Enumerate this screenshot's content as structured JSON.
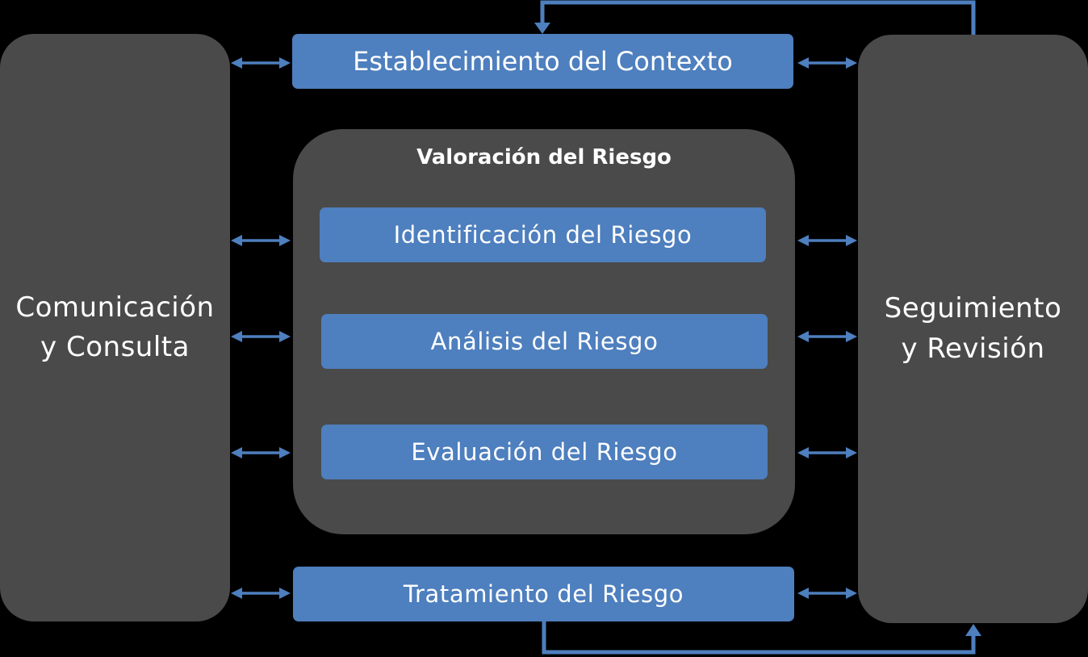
{
  "left_panel": {
    "line1": "Comunicación",
    "line2": "y Consulta"
  },
  "right_panel": {
    "line1": "Seguimiento",
    "line2": "y Revisión"
  },
  "context_box": {
    "label": "Establecimiento del Contexto"
  },
  "assessment": {
    "title": "Valoración del Riesgo",
    "identification": "Identificación del Riesgo",
    "analysis": "Análisis del Riesgo",
    "evaluation": "Evaluación del Riesgo"
  },
  "treatment_box": {
    "label": "Tratamiento del Riesgo"
  },
  "colors": {
    "background": "#000000",
    "panel": "#4a4a4a",
    "box": "#4e7fbe",
    "text": "#ffffff"
  }
}
